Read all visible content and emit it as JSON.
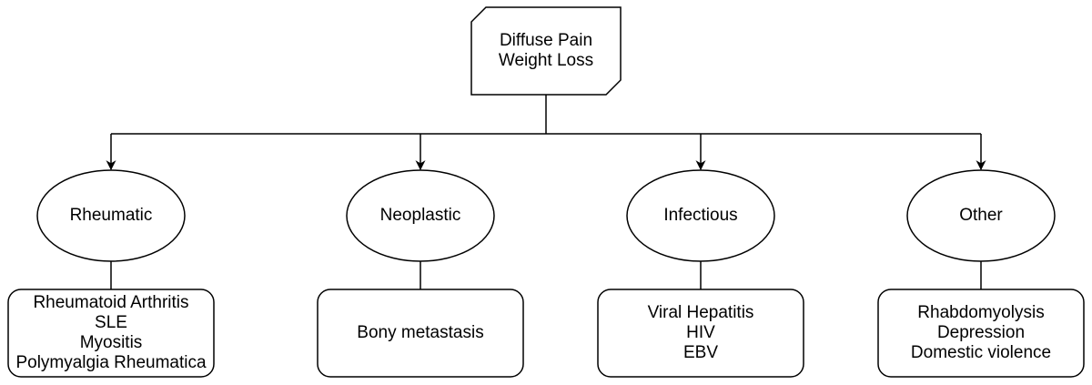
{
  "root": {
    "lines": [
      "Diffuse Pain",
      "Weight Loss"
    ]
  },
  "categories": [
    {
      "label": "Rheumatic",
      "items": [
        "Rheumatoid Arthritis",
        "SLE",
        "Myositis",
        "Polymyalgia Rheumatica"
      ]
    },
    {
      "label": "Neoplastic",
      "items": [
        "Bony metastasis"
      ]
    },
    {
      "label": "Infectious",
      "items": [
        "Viral Hepatitis",
        "HIV",
        "EBV"
      ]
    },
    {
      "label": "Other",
      "items": [
        "Rhabdomyolysis",
        "Depression",
        "Domestic violence"
      ]
    }
  ]
}
